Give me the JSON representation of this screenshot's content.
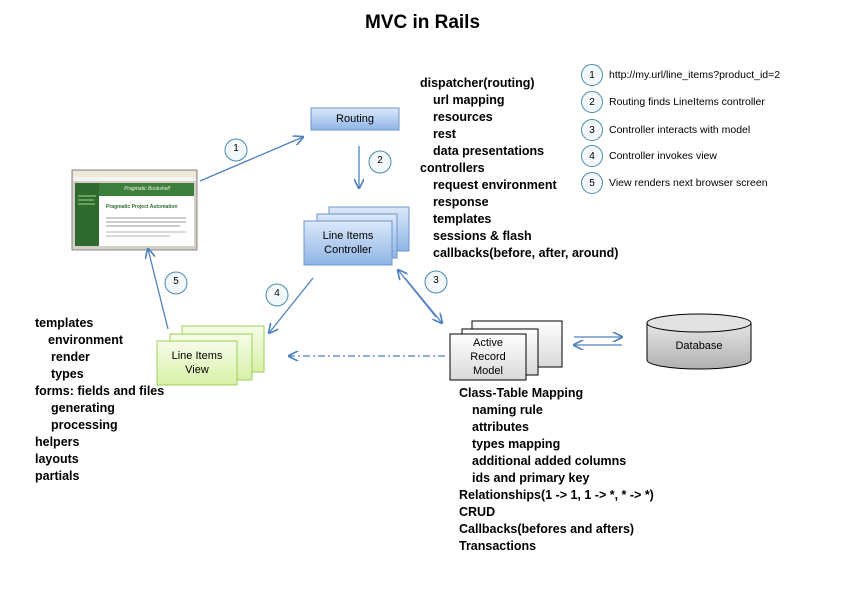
{
  "title": "MVC in Rails",
  "routing_box": {
    "label": "Routing"
  },
  "controller_box": {
    "label_line1": "Line Items",
    "label_line2": "Controller"
  },
  "view_box": {
    "label_line1": "Line Items",
    "label_line2": "View"
  },
  "model_box": {
    "label_line1": "Active",
    "label_line2": "Record",
    "label_line3": "Model"
  },
  "database": {
    "label": "Database"
  },
  "browser": {
    "banner": "Pragmatic Bookshelf",
    "heading": "Pragmatic Project Automation"
  },
  "step_numbers": [
    "1",
    "2",
    "3",
    "4",
    "5"
  ],
  "legend": [
    {
      "num": "1",
      "text": "http://my.url/line_items?product_id=2"
    },
    {
      "num": "2",
      "text": "Routing finds LineItems controller"
    },
    {
      "num": "3",
      "text": "Controller interacts with model"
    },
    {
      "num": "4",
      "text": "Controller invokes view"
    },
    {
      "num": "5",
      "text": "View renders next browser screen"
    }
  ],
  "controller_notes": [
    "dispatcher(routing)",
    "url mapping",
    "resources",
    "rest",
    "data presentations",
    "controllers",
    "request environment",
    "response",
    "templates",
    "sessions & flash",
    "callbacks(before, after, around)"
  ],
  "view_notes": [
    "templates",
    "environment",
    "render",
    "types",
    "forms: fields and files",
    "generating",
    "processing",
    "helpers",
    "layouts",
    "partials"
  ],
  "model_notes": [
    "Class-Table Mapping",
    "naming rule",
    "attributes",
    "types mapping",
    "additional added columns",
    "ids and primary key",
    "Relationships(1 -> 1, 1 -> *, * -> *)",
    "CRUD",
    "Callbacks(befores and afters)",
    "Transactions"
  ],
  "colors": {
    "blue_box": "#a9c9ef",
    "green_box": "#e8f8c8",
    "model_box": "#f2f2f2",
    "arrow": "#4f81bd",
    "database": "#bfbfbf"
  }
}
